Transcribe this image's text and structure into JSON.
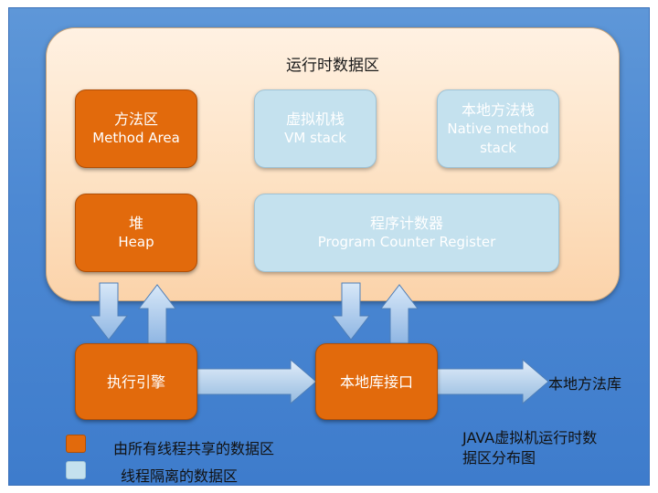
{
  "runtime_area": {
    "title": "运行时数据区"
  },
  "method_area": {
    "zh": "方法区",
    "en": "Method Area"
  },
  "vm_stack": {
    "zh": "虚拟机栈",
    "en": "VM stack"
  },
  "native_stack": {
    "zh": "本地方法栈",
    "en_line1": "Native method",
    "en_line2": "stack"
  },
  "heap": {
    "zh": "堆",
    "en": "Heap"
  },
  "pc_register": {
    "zh": "程序计数器",
    "en": "Program Counter Register"
  },
  "execution_engine": {
    "label": "执行引擎"
  },
  "native_interface": {
    "label": "本地库接口"
  },
  "native_library": {
    "label": "本地方法库"
  },
  "caption": {
    "line1": "JAVA虚拟机运行时数",
    "line2": "据区分布图"
  },
  "legend": {
    "shared": {
      "label": "由所有线程共享的数据区",
      "color": "#e26a0c"
    },
    "isolated": {
      "label": "线程隔离的数据区",
      "color": "#c4e1ee"
    }
  }
}
